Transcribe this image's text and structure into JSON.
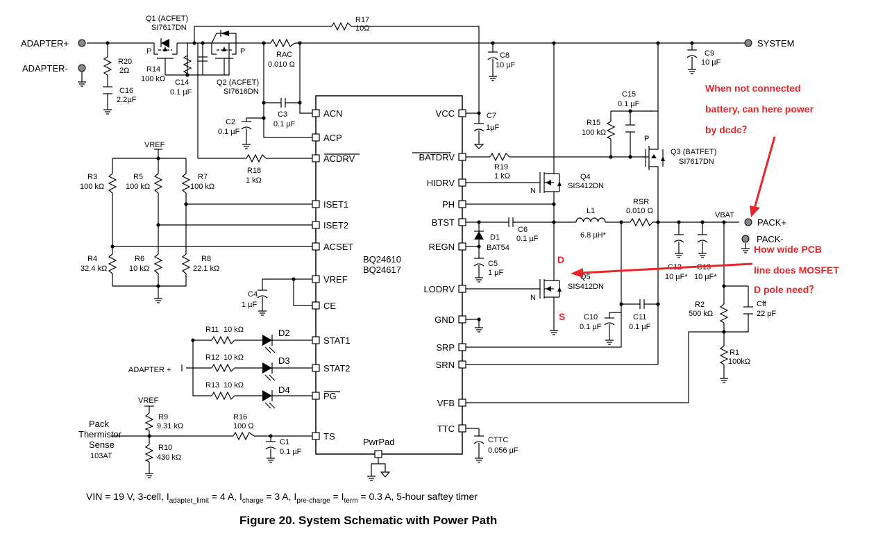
{
  "terminals": {
    "adapter_pos": "ADAPTER+",
    "adapter_neg": "ADAPTER-",
    "system": "SYSTEM",
    "pack_pos": "PACK+",
    "pack_neg": "PACK-",
    "adapter_small": "ADAPTER +",
    "vbat": "VBAT",
    "vref_1": "VREF",
    "vref_2": "VREF",
    "thermistor": [
      "Pack",
      "Thermistor",
      "Sense",
      "103AT"
    ]
  },
  "ic": {
    "name1": "BQ24610",
    "name2": "BQ24617",
    "left_pins": [
      "ACN",
      "ACP",
      "ACDRV",
      "ISET1",
      "ISET2",
      "ACSET",
      "VREF",
      "CE",
      "STAT1",
      "STAT2",
      "PG",
      "TS"
    ],
    "right_pins": [
      "VCC",
      "BATDRV",
      "HIDRV",
      "PH",
      "BTST",
      "REGN",
      "LODRV",
      "GND",
      "SRP",
      "SRN",
      "VFB",
      "TTC"
    ],
    "bottom_pin": "PwrPad"
  },
  "transistors": {
    "q1": [
      "Q1 (ACFET)",
      "SI7617DN"
    ],
    "q2": [
      "Q2 (ACFET)",
      "SI7616DN"
    ],
    "q3": [
      "Q3 (BATFET)",
      "SI7617DN"
    ],
    "q4": [
      "Q4",
      "SIS412DN"
    ],
    "q5": [
      "Q5",
      "SIS412DN"
    ],
    "p_label": "P",
    "n_label": "N"
  },
  "components": {
    "r17": [
      "R17",
      "10Ω"
    ],
    "rac": [
      "RAC",
      "0.010 Ω"
    ],
    "r20": [
      "R20",
      "2Ω"
    ],
    "c16": [
      "C16",
      "2.2µF"
    ],
    "r14": [
      "R14",
      "100 kΩ"
    ],
    "c14": [
      "C14",
      "0.1 µF"
    ],
    "c8": [
      "C8",
      "10 µF"
    ],
    "c9": [
      "C9",
      "10 µF"
    ],
    "c2": [
      "C2",
      "0.1 µF"
    ],
    "c3": [
      "C3",
      "0.1 µF"
    ],
    "r18": [
      "R18",
      "1 kΩ"
    ],
    "c15": [
      "C15",
      "0.1 µF"
    ],
    "r15": [
      "R15",
      "100 kΩ"
    ],
    "c7": [
      "C7",
      "1µF"
    ],
    "r19": [
      "R19",
      "1 kΩ"
    ],
    "r3": [
      "R3",
      "100 kΩ"
    ],
    "r5": [
      "R5",
      "100 kΩ"
    ],
    "r7": [
      "R7",
      "100 kΩ"
    ],
    "r4": [
      "R4",
      "32.4 kΩ"
    ],
    "r6": [
      "R6",
      "10 kΩ"
    ],
    "r8": [
      "R8",
      "22.1 kΩ"
    ],
    "c4": [
      "C4",
      "1 µF"
    ],
    "r11": [
      "R11",
      "10 kΩ"
    ],
    "r12": [
      "R12",
      "10 kΩ"
    ],
    "r13": [
      "R13",
      "10 kΩ"
    ],
    "d2": "D2",
    "d3": "D3",
    "d4": "D4",
    "r9": [
      "R9",
      "9.31 kΩ"
    ],
    "r10": [
      "R10",
      "430 kΩ"
    ],
    "r16": [
      "R16",
      "100 Ω"
    ],
    "c1": [
      "C1",
      "0.1 µF"
    ],
    "d1": [
      "D1",
      "BAT54"
    ],
    "c6": [
      "C6",
      "0.1 µF"
    ],
    "c5": [
      "C5",
      "1 µF"
    ],
    "l1": [
      "L1",
      "6.8 µH*"
    ],
    "rsr": [
      "RSR",
      "0.010 Ω"
    ],
    "c12": [
      "C12",
      "10 µF*"
    ],
    "c13": [
      "C13",
      "10 µF*"
    ],
    "c10": [
      "C10",
      "0.1 µF"
    ],
    "c11": [
      "C11",
      "0.1 µF"
    ],
    "r2": [
      "R2",
      "500 kΩ"
    ],
    "cff": [
      "Cff",
      "22 pF"
    ],
    "r1": [
      "R1",
      "100kΩ"
    ],
    "cttc": [
      "CTTC",
      "0.056 µF"
    ]
  },
  "annotations": {
    "note1": [
      "When not connected",
      "battery, can here power",
      "by dcdc？"
    ],
    "note2": [
      "How wide PCB",
      "line does MOSFET",
      "D pole need？"
    ],
    "drain": "D",
    "source": "S",
    "accent_color": "#e8262a"
  },
  "caption": {
    "spec_prefix": "VIN = 19 V, 3-cell, I",
    "spec_sub1": "adapter_limit",
    "spec_mid1": " = 4 A, I",
    "spec_sub2": "charge",
    "spec_mid2": " = 3 A, I",
    "spec_sub3": "pre-charge",
    "spec_mid3": " = I",
    "spec_sub4": "term",
    "spec_end": " = 0.3 A, 5-hour saftey timer",
    "title": "Figure 20.  System Schematic with Power Path"
  }
}
